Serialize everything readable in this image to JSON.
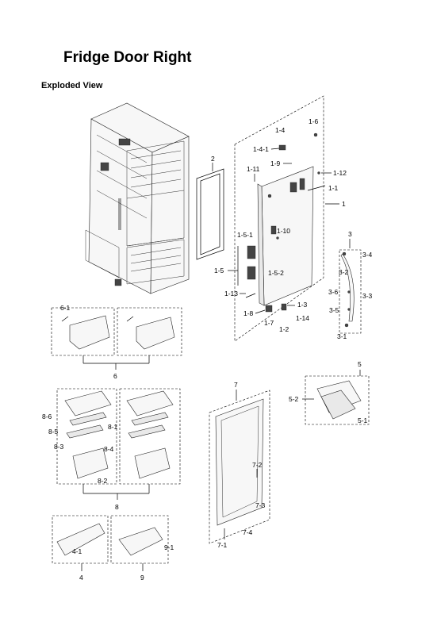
{
  "header": {
    "title": "Fridge Door Right",
    "subtitle": "Exploded View"
  },
  "callouts": {
    "c1_6": "1-6",
    "c1_4": "1-4",
    "c1_4_1": "1-4-1",
    "c1_9": "1-9",
    "c1_11": "1-11",
    "c1_12": "1-12",
    "c1_1": "1-1",
    "c1": "1",
    "c2": "2",
    "c1_10": "1-10",
    "c1_5_1": "1-5-1",
    "c1_5": "1-5",
    "c1_5_2": "1-5-2",
    "c1_13": "1-13",
    "c1_8": "1-8",
    "c1_7": "1-7",
    "c1_3": "1-3",
    "c1_14": "1-14",
    "c1_2": "1-2",
    "c3": "3",
    "c3_4": "3-4",
    "c3_2": "3-2",
    "c3_6": "3-6",
    "c3_3": "3-3",
    "c3_5": "3-5",
    "c3_1": "3-1",
    "c6_1": "6-1",
    "c6": "6",
    "c5": "5",
    "c5_2": "5-2",
    "c5_1": "5-1",
    "c7": "7",
    "c7_2": "7-2",
    "c7_3": "7-3",
    "c7_4": "7-4",
    "c7_1": "7-1",
    "c8_6": "8-6",
    "c8_1": "8-1",
    "c8_5": "8-5",
    "c8_3": "8-3",
    "c8_4": "8-4",
    "c8_2": "8-2",
    "c8": "8",
    "c4_1": "4-1",
    "c4": "4",
    "c9_1": "9-1",
    "c9": "9"
  }
}
